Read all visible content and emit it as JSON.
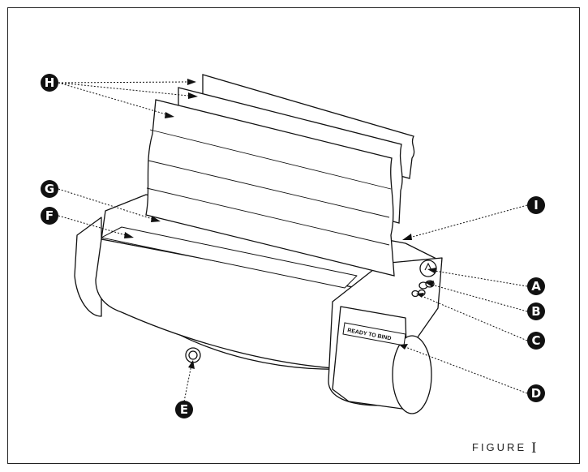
{
  "figure": {
    "caption_word": "FIGURE",
    "caption_number": "I",
    "status_label": "READY TO BIND"
  },
  "callouts": {
    "A": "A",
    "B": "B",
    "C": "C",
    "D": "D",
    "E": "E",
    "F": "F",
    "G": "G",
    "H": "H",
    "I": "I"
  },
  "colors": {
    "ink": "#111111",
    "paper": "#ffffff",
    "frame": "#222222"
  }
}
